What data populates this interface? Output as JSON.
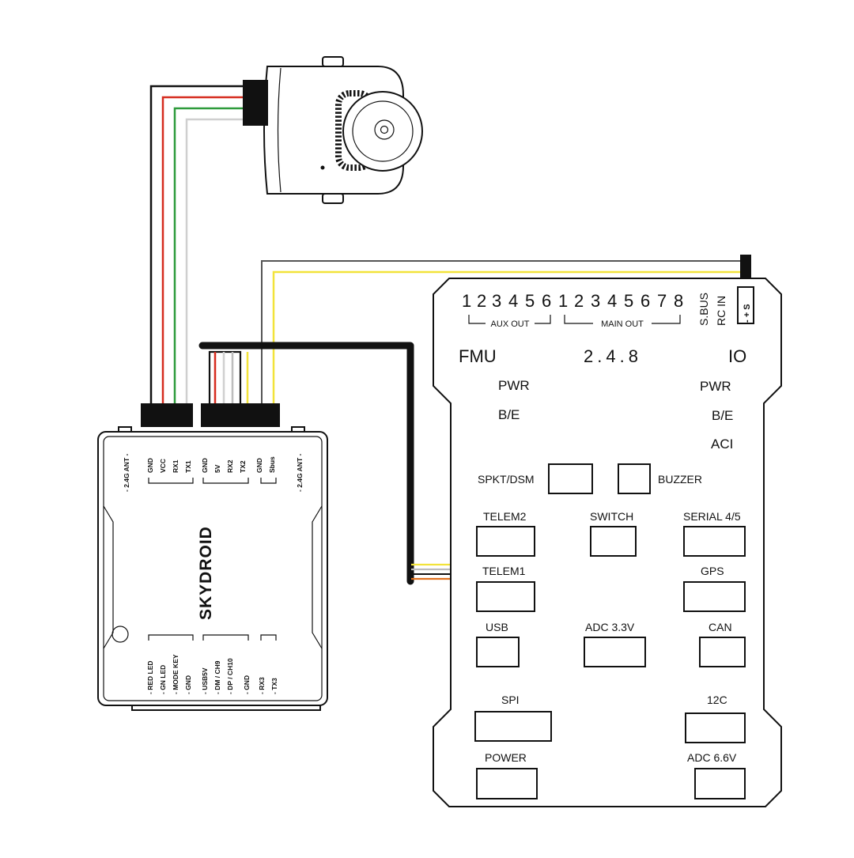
{
  "colors": {
    "wire_black": "#111111",
    "wire_red": "#d62c1f",
    "wire_green": "#2e9b3b",
    "wire_white": "#d9d9d9",
    "wire_yellow": "#f2e33a",
    "wire_orange": "#e0701e"
  },
  "flight_controller": {
    "fmu": "FMU",
    "version": "2.4.8",
    "io": "IO",
    "pwr_left": "PWR",
    "be_left": "B/E",
    "pwr_right": "PWR",
    "be_right": "B/E",
    "aci": "ACI",
    "aux_numbers": [
      "1",
      "2",
      "3",
      "4",
      "5",
      "6"
    ],
    "main_numbers": [
      "1",
      "2",
      "3",
      "4",
      "5",
      "6",
      "7",
      "8"
    ],
    "aux_out": "AUX OUT",
    "main_out": "MAIN OUT",
    "sbus": "S.BUS",
    "rc_in": "RC IN",
    "rc_pins": "- + S",
    "ports": {
      "spkt": "SPKT/DSM",
      "buzzer": "BUZZER",
      "telem2": "TELEM2",
      "switch": "SWITCH",
      "serial45": "SERIAL 4/5",
      "telem1": "TELEM1",
      "gps": "GPS",
      "usb": "USB",
      "adc33": "ADC 3.3V",
      "can": "CAN",
      "spi": "SPI",
      "i2c": "12C",
      "power": "POWER",
      "adc66": "ADC 6.6V"
    }
  },
  "receiver": {
    "brand": "SKYDROID",
    "ant_left": "- 2.4G ANT -",
    "ant_right": "- 2.4G ANT -",
    "top_pins": [
      "GND",
      "VCC",
      "RX1",
      "TX1",
      "GND",
      "5V",
      "RX2",
      "TX2",
      "GND",
      "Sbus"
    ],
    "bottom_pins": [
      "- RED LED",
      "- GN LED",
      "- MODE KEY",
      "- GND",
      "- USB5V",
      "- DM / CH9",
      "- DP / CH10",
      "- GND",
      "- RX3",
      "- TX3"
    ]
  }
}
